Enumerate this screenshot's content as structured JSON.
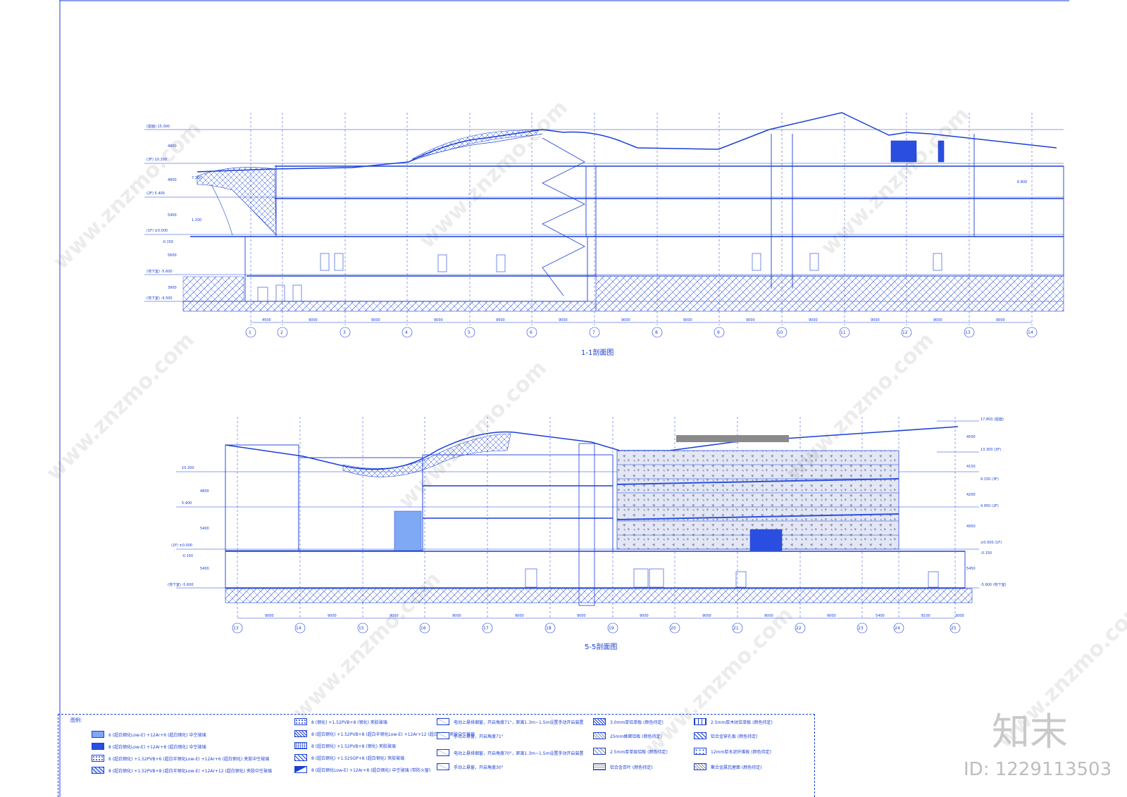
{
  "section_1": {
    "title": "1-1剖面图",
    "axes": [
      "1",
      "2",
      "3",
      "4",
      "5",
      "6",
      "7",
      "8",
      "9",
      "10",
      "11",
      "12",
      "13",
      "14"
    ],
    "spans": [
      "4500",
      "9000",
      "9000",
      "9000",
      "9000",
      "9000",
      "9000",
      "9000",
      "9000",
      "9000",
      "9000",
      "9000",
      "9000"
    ],
    "levels": [
      "(屋面) 15.000",
      "(3F) 10.200",
      "(2F) 5.400",
      "(1F) ±0.000",
      "-0.150",
      "(地下室) -5.600",
      "(地下室) -9.500"
    ],
    "heights": [
      "4800",
      "4800",
      "5400",
      "5600",
      "3900"
    ],
    "marks": [
      "7.200",
      "1.200",
      "6.800"
    ]
  },
  "section_5": {
    "title": "5-5剖面图",
    "axes": [
      "13",
      "14",
      "15",
      "16",
      "17",
      "18",
      "19",
      "20",
      "21",
      "22",
      "23",
      "24",
      "25"
    ],
    "spans": [
      "9000",
      "9000",
      "9000",
      "9000",
      "9000",
      "9000",
      "9000",
      "9000",
      "9000",
      "9000",
      "5400",
      "8100",
      "3000"
    ],
    "levels_left": [
      "10.200",
      "5.400",
      "(1F) ±0.000",
      "-0.150",
      "(地下室) -5.600"
    ],
    "heights_left": [
      "4800",
      "5400",
      "5400"
    ],
    "levels_right": [
      "17.800 (屋面)",
      "13.300 (3F)",
      "9.150 (3F)",
      "4.950 (2F)",
      "±0.000 (1F)",
      "-0.150",
      "-5.600 (地下室)"
    ],
    "heights_right": [
      "4500",
      "4150",
      "4200",
      "4950",
      "5450"
    ]
  },
  "legend": {
    "title": "图例:",
    "items": [
      {
        "label": "6 (超白钢化Low-E) +12Ar+6 (超白钢化) 中空玻璃",
        "style": "fill-light"
      },
      {
        "label": "8 (超白钢化Low-E) +12Ar+8 (超白钢化) 中空玻璃",
        "style": "fill-dark"
      },
      {
        "label": "6 (超白钢化) +1.52PVB+6 (超白半钢化Low-E) +12Ar+6 (超白钢化) 夹胶中空玻璃",
        "style": "dots"
      },
      {
        "label": "8 (超白钢化) +1.52PVB+8 (超白半钢化Low-E) +12Ar+12 (超白钢化) 夹胶中空玻璃",
        "style": "hatch-light"
      },
      {
        "label": "8 (钢化) +1.52PVB+8 (钢化) 夹胶玻璃",
        "style": "dots"
      },
      {
        "label": "8 (超白钢化) +1.52PVB+8 (超白半钢化Low-E) +12Ar+12 (超白钢化) 夹胶中空玻璃",
        "style": "cross"
      },
      {
        "label": "8 (超白钢化) +1.52PVB+8 (钢化) 夹胶玻璃",
        "style": "dots"
      },
      {
        "label": "8 (超白钢化) +1.52SGP+8 (超白钢化) 夹胶玻璃",
        "style": "hatch"
      },
      {
        "label": "8 (超白钢化Low-E) +12Ar+8 (超白钢化) 中空玻璃 (带防火窗)",
        "style": "triangle"
      },
      {
        "label": "电动上悬排烟窗，开启角度71°，距离1.3m~1.5m设置手动开启装置",
        "style": "window"
      },
      {
        "label": "手动上悬窗，开启角度71°",
        "style": "window"
      },
      {
        "label": "电动上悬排烟窗，开启角度70°，距离1.3m~1.5m设置手动开启装置",
        "style": "window"
      },
      {
        "label": "手动上悬窗，开启角度30°",
        "style": "window"
      },
      {
        "label": "3.0mm厚铝单板 (颜色待定)",
        "style": "hatch"
      },
      {
        "label": "25mm蜂窝铝板 (颜色待定)",
        "style": "hatch"
      },
      {
        "label": "2.5mm厚单层铝板 (颜色待定)",
        "style": "hatch"
      },
      {
        "label": "铝合金百叶 (颜色待定)",
        "style": "hatch"
      },
      {
        "label": "2.5mm厚木纹铝单板 (颜色待定)",
        "style": "triangle"
      },
      {
        "label": "铝合金穿孔板 (颜色待定)",
        "style": "cross"
      },
      {
        "label": "12mm厚水泥纤维板 (颜色待定)",
        "style": "dots"
      },
      {
        "label": "聚合金属瓦屋面 (颜色待定)",
        "style": "cross"
      }
    ]
  },
  "brand": {
    "name": "知末",
    "id": "ID: 1229113503"
  },
  "watermark": "www.znzmo.com",
  "colors": {
    "line": "#1a3fd6",
    "fill": "#7fa8f5",
    "fill_dark": "#2a4fe0",
    "hatch": "#9aa0b5"
  }
}
